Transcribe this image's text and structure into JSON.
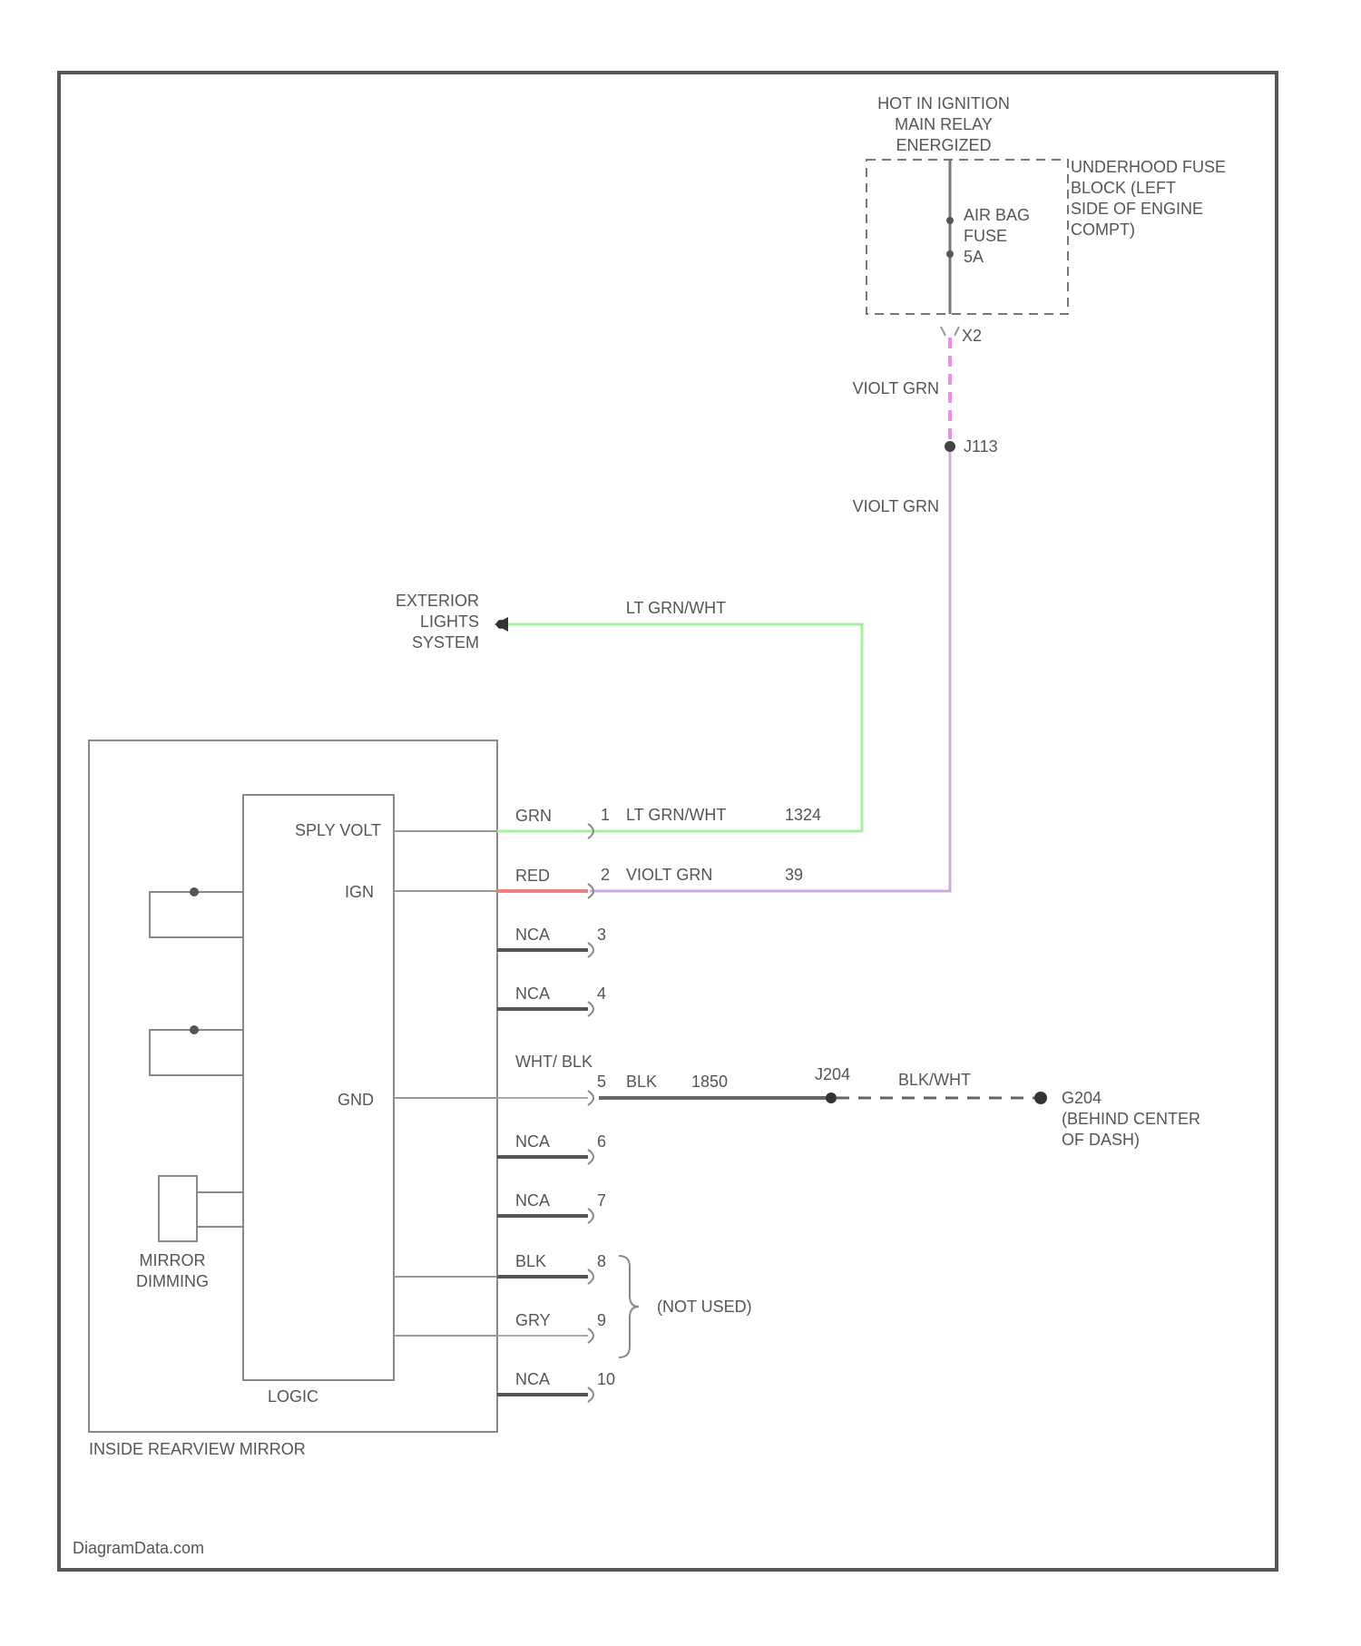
{
  "fuse_block": {
    "header": [
      "HOT IN IGNITION",
      "MAIN RELAY",
      "ENERGIZED"
    ],
    "name": [
      "UNDERHOOD FUSE",
      "BLOCK (LEFT",
      "SIDE OF ENGINE",
      "COMPT)"
    ],
    "fuse_label": [
      "AIR BAG",
      "FUSE",
      "5A"
    ],
    "terminal": "X2"
  },
  "splice_top": "J113",
  "wire_violet_green_label": "VIOLT GRN",
  "exterior_lights": [
    "EXTERIOR",
    "LIGHTS",
    "SYSTEM"
  ],
  "lt_grn_wht_label": "LT GRN/WHT",
  "mirror": {
    "name": "INSIDE REARVIEW MIRROR",
    "logic_label": "LOGIC",
    "pins_internal": [
      "SPLY VOLT",
      "IGN",
      "GND"
    ],
    "dimming_label": [
      "MIRROR",
      "DIMMING"
    ]
  },
  "pins": [
    {
      "num": "1",
      "color": "GRN",
      "ext": "LT GRN/WHT",
      "circuit": "1324"
    },
    {
      "num": "2",
      "color": "RED",
      "ext": "VIOLT GRN",
      "circuit": "39"
    },
    {
      "num": "3",
      "color": "NCA"
    },
    {
      "num": "4",
      "color": "NCA"
    },
    {
      "num": "5",
      "color": "WHT/ BLK",
      "ext": "BLK",
      "circuit": "1850"
    },
    {
      "num": "6",
      "color": "NCA"
    },
    {
      "num": "7",
      "color": "NCA"
    },
    {
      "num": "8",
      "color": "BLK"
    },
    {
      "num": "9",
      "color": "GRY"
    },
    {
      "num": "10",
      "color": "NCA"
    }
  ],
  "not_used": "(NOT USED)",
  "ground": {
    "splice": "J204",
    "wire": "BLK/WHT",
    "name": [
      "G204",
      "(BEHIND CENTER",
      "OF DASH)"
    ]
  },
  "watermark": "DiagramData.com",
  "colors": {
    "green": "#a6f0a0",
    "violet": "#d2a8dc",
    "pink": "#f08cf0",
    "red": "#f08080",
    "dark": "#666666"
  }
}
